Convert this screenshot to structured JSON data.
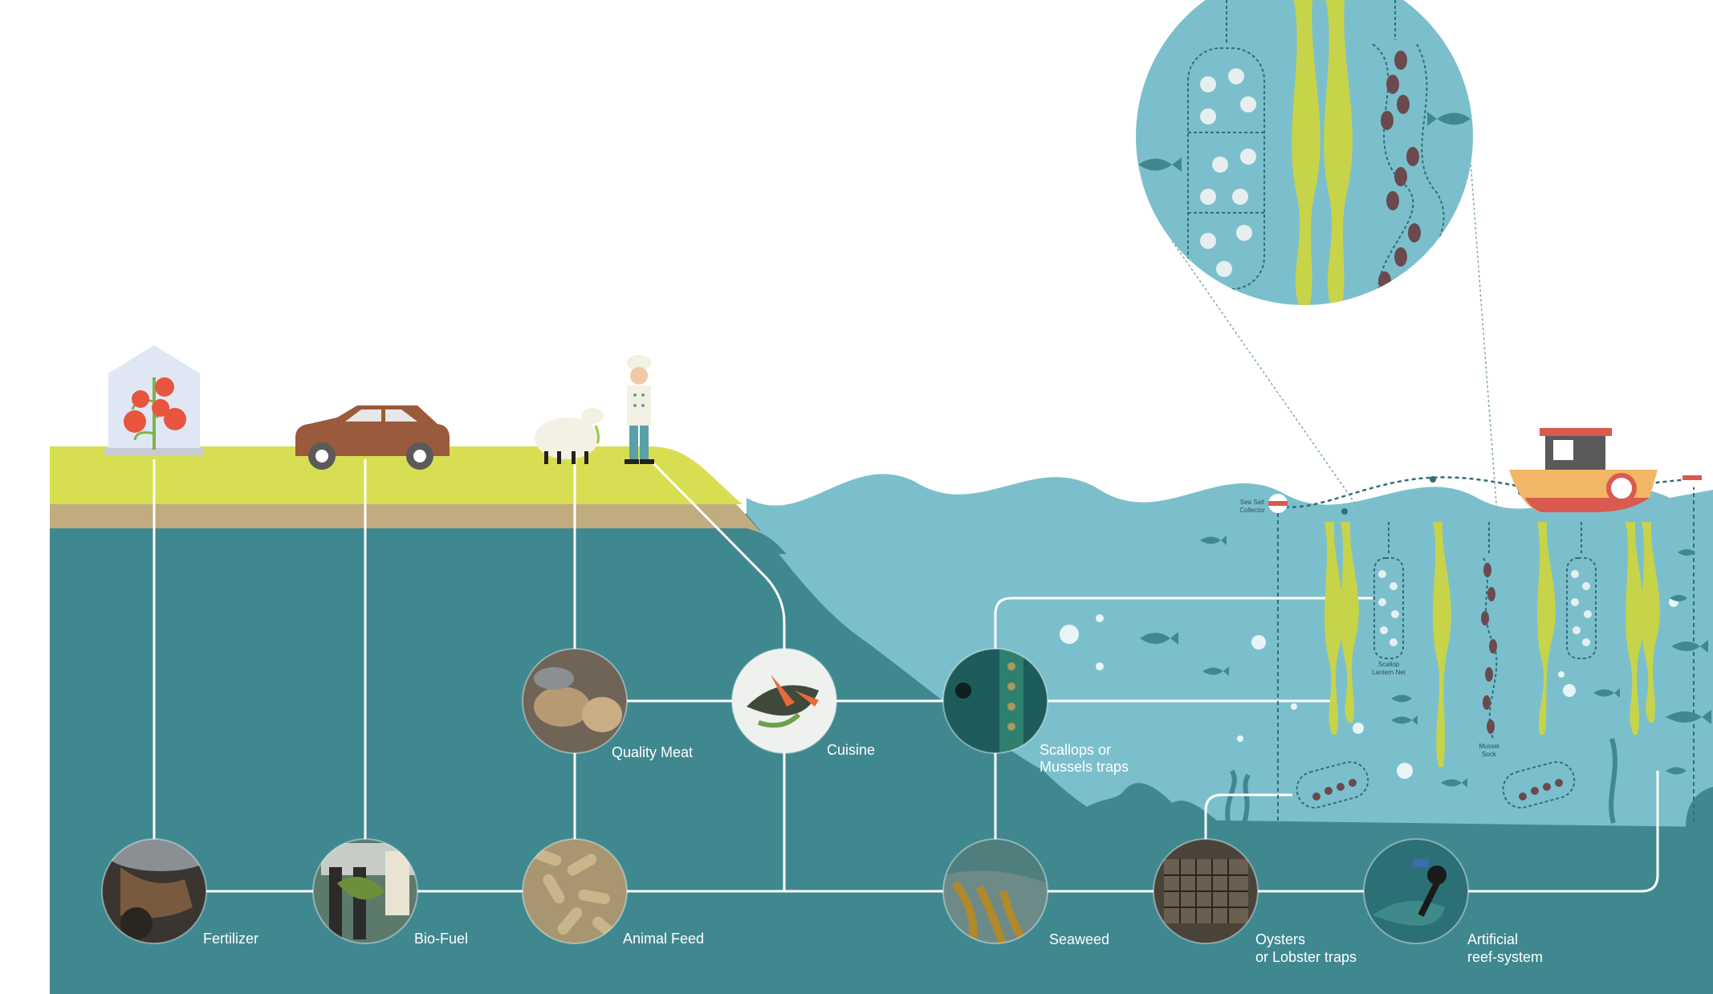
{
  "nodes": {
    "fertilizer": {
      "label": "Fertilizer",
      "icon": "fertilizer-photo"
    },
    "biofuel": {
      "label": "Bio-Fuel",
      "icon": "biofuel-photo"
    },
    "animal_feed": {
      "label": "Animal Feed",
      "icon": "animal-feed-photo"
    },
    "quality_meat": {
      "label": "Quality Meat",
      "icon": "sheep-photo"
    },
    "cuisine": {
      "label": "Cuisine",
      "icon": "seaweed-dish-photo"
    },
    "scallops": {
      "line1": "Scallops or",
      "line2": "Mussels traps",
      "icon": "scallop-trap-photo"
    },
    "seaweed": {
      "label": "Seaweed",
      "icon": "seaweed-photo"
    },
    "oysters": {
      "line1": "Oysters",
      "line2": "or Lobster traps",
      "icon": "oyster-cage-photo"
    },
    "reef": {
      "line1": "Artificial",
      "line2": "reef-system",
      "icon": "diver-reef-photo"
    }
  },
  "farm_labels": {
    "sea_salt_line1": "Sea Salt",
    "sea_salt_line2": "Collector",
    "scallop_line1": "Scallop",
    "scallop_line2": "Lantern Net",
    "mussel_line1": "Mussel",
    "mussel_line2": "Sock"
  },
  "land_icons": [
    "greenhouse-tomato-icon",
    "car-icon",
    "sheep-icon",
    "chef-icon"
  ],
  "colors": {
    "deep_sea": "#408890",
    "shallow_sea": "#7cbfcc",
    "grass": "#d8de52",
    "soil": "#c1ac80",
    "connector": "#ffffff",
    "kelp": "#c7d44a",
    "boat_hull": "#f2b766",
    "boat_roof": "#d95a4f"
  }
}
